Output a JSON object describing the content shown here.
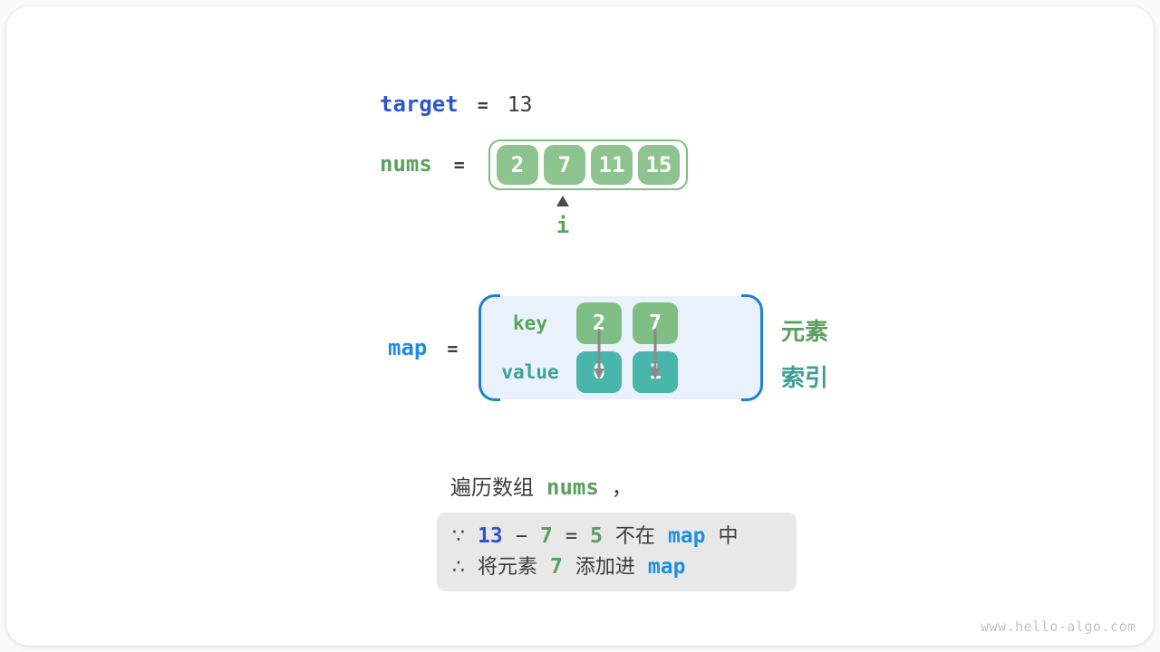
{
  "colors": {
    "royal_blue": "#2E54CE",
    "azure_blue": "#1E8FE0",
    "green_text": "#5BA05C",
    "teal_text": "#3FA096",
    "array_cell_green": "#8DC48D",
    "map_key_green": "#7EBE83",
    "map_value_teal": "#4AB5AB",
    "map_bracket_blue": "#1C7FD4",
    "map_background": "#E9F2FA",
    "note_background": "#E8E8E8",
    "dark_text": "#3C3C3C"
  },
  "target_row": {
    "label": "target",
    "equals": "=",
    "value": "13"
  },
  "nums_row": {
    "label": "nums",
    "equals": "=",
    "cells": [
      "2",
      "7",
      "11",
      "15"
    ],
    "pointer_label": "i"
  },
  "map_row": {
    "label": "map",
    "equals": "=",
    "key_label": "key",
    "value_label": "value",
    "entries": [
      {
        "key": "2",
        "value": "0"
      },
      {
        "key": "7",
        "value": "1"
      }
    ],
    "element_label": "元素",
    "index_label": "索引"
  },
  "caption": {
    "text_before": "遍历数组",
    "code": "nums",
    "text_after": "，"
  },
  "note_box": {
    "line1": {
      "symbol": "∵",
      "target_value": "13",
      "minus": "−",
      "element_value": "7",
      "equals": "=",
      "diff_value": "5",
      "text_not_in": "不在",
      "map_ref": "map",
      "text_in": "中"
    },
    "line2": {
      "symbol": "∴",
      "text_prefix": "将元素",
      "element_value": "7",
      "text_middle": "添加进",
      "map_ref": "map"
    }
  },
  "watermark": "www.hello-algo.com"
}
